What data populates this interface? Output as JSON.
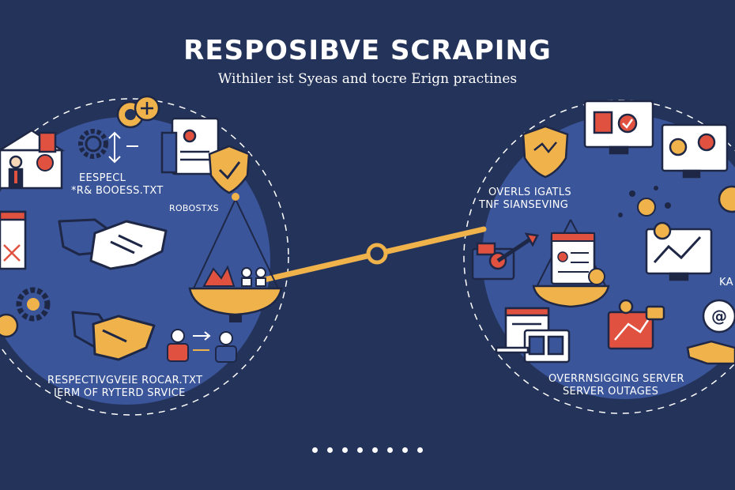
{
  "header": {
    "title": "RESPOSIBVE SCRAPING",
    "subtitle": "Withiler ist Syeas and tocre Erign practines"
  },
  "left_panel": {
    "label_top_1": "EESPECL",
    "label_top_2": "*R& BOOESS.TXT",
    "label_robots": "ROBOSTXS",
    "label_bottom_1": "RESPECTIVGVEIE ROCAR.TXT",
    "label_bottom_2": "IERM OF RYTERD SRVICE"
  },
  "right_panel": {
    "label_top_1": "OVERLS IGATLS",
    "label_top_2": "TNF SIANSEVING",
    "label_edge": "KA",
    "label_bottom_1": "OVERRNSIGGING SERVER",
    "label_bottom_2": "SERVER OUTAGES"
  },
  "carousel": {
    "dot_count": 8,
    "active": 0
  },
  "colors": {
    "background": "#24335a",
    "circle": "#3a5599",
    "accent": "#f0b24a",
    "red": "#e0523f",
    "white": "#ffffff"
  },
  "icons": [
    "gear-icon",
    "handshake-icon",
    "document-icon",
    "shield-check-icon",
    "balance-scale-icon",
    "monitor-icon",
    "chart-icon",
    "at-sign-icon",
    "warning-icon"
  ]
}
